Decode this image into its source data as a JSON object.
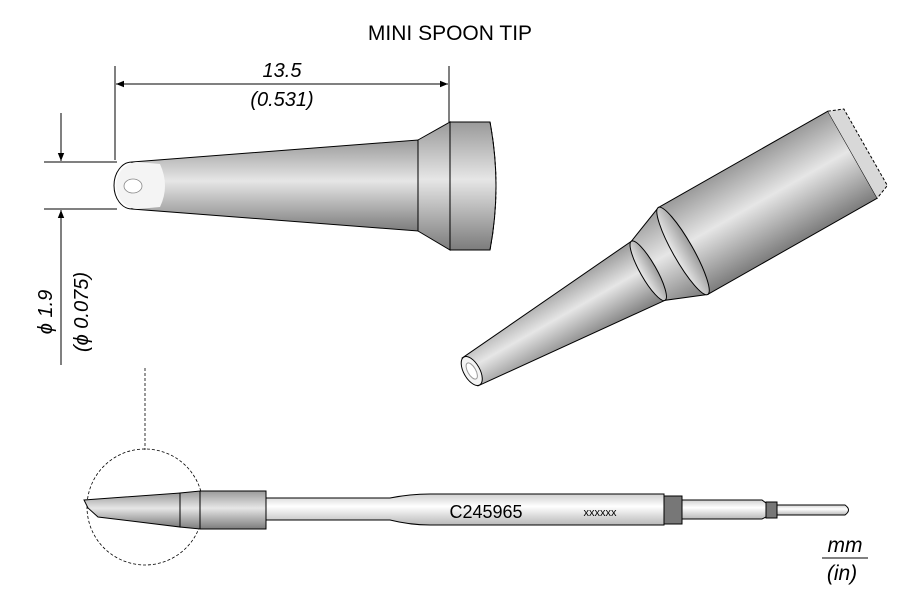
{
  "title": "MINI SPOON TIP",
  "length_dimension": {
    "mm": "13.5",
    "in": "(0.531)"
  },
  "diameter_dimension": {
    "mm": "ϕ 1.9",
    "in": "(ϕ 0.075)"
  },
  "part_number": "C245965",
  "marking": "xxxxxx",
  "units": {
    "primary": "mm",
    "secondary": "(in)"
  },
  "colors": {
    "metal_light": "#f2f2f2",
    "metal_mid": "#c8c8c8",
    "metal_dark": "#8a8a8a",
    "ring_dark": "#6e6e6e"
  }
}
